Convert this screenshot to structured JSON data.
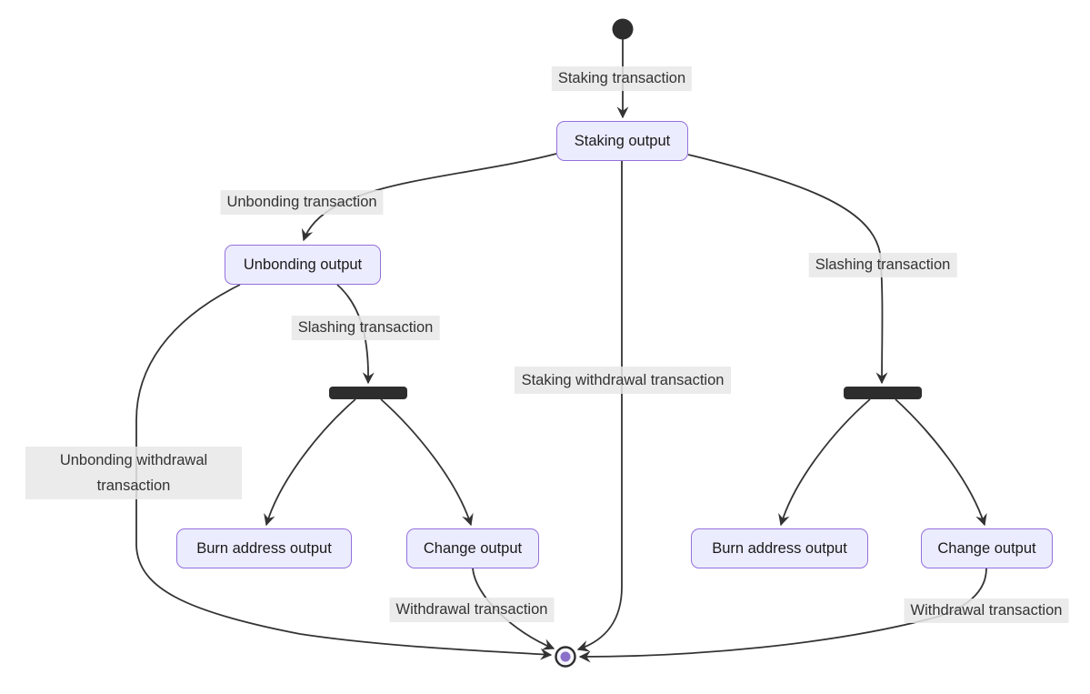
{
  "diagram": {
    "kind": "state-diagram",
    "nodes": {
      "staking_output": {
        "label": "Staking output"
      },
      "unbonding_output": {
        "label": "Unbonding output"
      },
      "burn_address_left": {
        "label": "Burn address output"
      },
      "change_left": {
        "label": "Change output"
      },
      "burn_address_right": {
        "label": "Burn address output"
      },
      "change_right": {
        "label": "Change output"
      }
    },
    "edges": {
      "staking_tx": {
        "from": "initial-state",
        "to": "staking-output",
        "label": "Staking transaction"
      },
      "unbonding_tx": {
        "from": "staking-output",
        "to": "unbonding-output",
        "label": "Unbonding transaction"
      },
      "slashing_tx_left": {
        "from": "unbonding-output",
        "to": "fork-left",
        "label": "Slashing transaction"
      },
      "slashing_tx_right": {
        "from": "staking-output",
        "to": "fork-right",
        "label": "Slashing transaction"
      },
      "staking_withdrawal_tx": {
        "from": "staking-output",
        "to": "final-state",
        "label": "Staking withdrawal transaction"
      },
      "unbonding_withdrawal_tx": {
        "from": "unbonding-output",
        "to": "final-state",
        "label": "Unbonding withdrawal transaction"
      },
      "fork_left_to_burn": {
        "from": "fork-left",
        "to": "burn-address-output-left",
        "label": ""
      },
      "fork_left_to_change": {
        "from": "fork-left",
        "to": "change-output-left",
        "label": ""
      },
      "withdrawal_tx_left": {
        "from": "change-output-left",
        "to": "final-state",
        "label": "Withdrawal transaction"
      },
      "fork_right_to_burn": {
        "from": "fork-right",
        "to": "burn-address-output-right",
        "label": ""
      },
      "fork_right_to_change": {
        "from": "fork-right",
        "to": "change-output-right",
        "label": ""
      },
      "withdrawal_tx_right": {
        "from": "change-output-right",
        "to": "final-state",
        "label": "Withdrawal transaction"
      }
    },
    "colors": {
      "state_fill": "#ECECFF",
      "state_border": "#9370DB",
      "line": "#333333",
      "fork_bar": "#2d2d2d",
      "edge_label_bg": "#e8e8e8",
      "final_inner_dot": "#8a70c8"
    }
  }
}
